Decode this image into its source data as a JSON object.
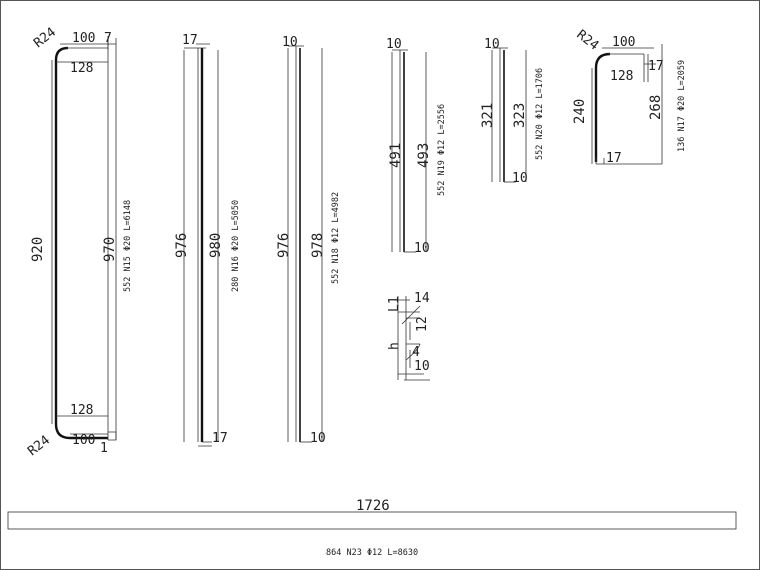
{
  "bars": {
    "n15": {
      "label": "552 N15 Φ20 L=6148",
      "dims": {
        "top_r": "R24",
        "top_w": "100",
        "top_h": "7",
        "top_inner": "128",
        "left_len": "920",
        "right_len": "970",
        "bot_inner": "128",
        "bot_r": "R24",
        "bot_w": "100",
        "bot_h": "1"
      }
    },
    "n16": {
      "label": "280 N16 Φ20 L=5050",
      "dims": {
        "top_w": "17",
        "left_len": "976",
        "right_len": "980",
        "bot_w": "17"
      }
    },
    "n18": {
      "label": "552 N18 Φ12 L=4982",
      "dims": {
        "top_w": "10",
        "left_len": "976",
        "right_len": "978",
        "bot_w": "10"
      }
    },
    "n19": {
      "label": "552 N19 Φ12 L=2556",
      "dims": {
        "top_w": "10",
        "left_len": "491",
        "right_len": "493",
        "bot_w": "10"
      }
    },
    "n20": {
      "label": "552 N20 Φ12 L=1706",
      "dims": {
        "top_w": "10",
        "left_len": "321",
        "right_len": "323",
        "bot_w": "10"
      }
    },
    "n17": {
      "label": "136 N17 Φ20 L=2059",
      "dims": {
        "top_r": "R24",
        "top_w": "100",
        "top_h": "17",
        "top_inner": "128",
        "left_len": "240",
        "right_len": "268",
        "bot_w": "17"
      }
    },
    "n23": {
      "label": "864 N23 Φ12 L=8630",
      "dims": {
        "length": "1726"
      }
    }
  },
  "detail": {
    "l1": "L1",
    "w14": "14",
    "h": "h",
    "v12": "12",
    "v4": "4",
    "v10": "10"
  }
}
